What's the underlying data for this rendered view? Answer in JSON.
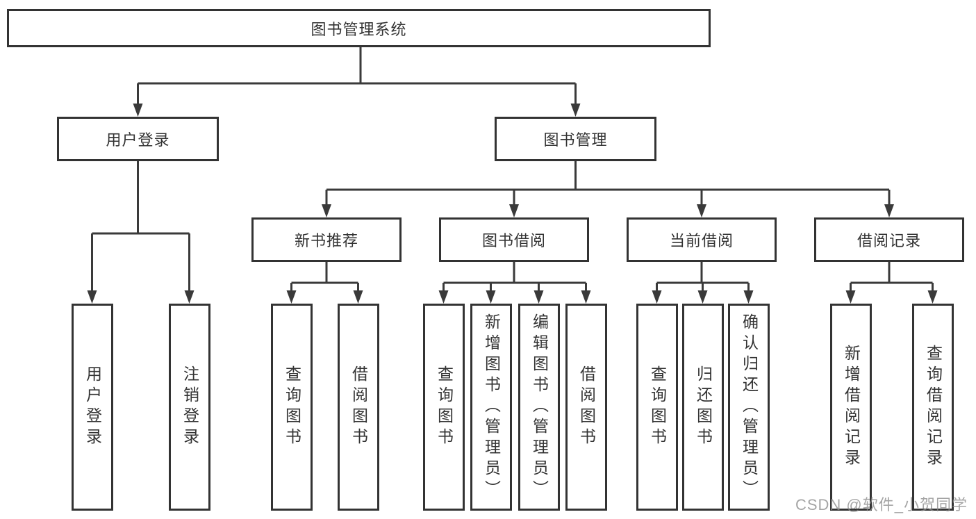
{
  "tree": {
    "root": "图书管理系统",
    "branches": [
      {
        "label": "用户登录",
        "children": [
          "用户登录",
          "注销登录"
        ]
      },
      {
        "label": "图书管理",
        "sections": [
          {
            "label": "新书推荐",
            "children": [
              "查询图书",
              "借阅图书"
            ]
          },
          {
            "label": "图书借阅",
            "children": [
              "查询图书",
              "新增图书（管理员）",
              "编辑图书（管理员）",
              "借阅图书"
            ]
          },
          {
            "label": "当前借阅",
            "children": [
              "查询图书",
              "归还图书",
              "确认归还（管理员）"
            ]
          },
          {
            "label": "借阅记录",
            "children": [
              "新增借阅记录",
              "查询借阅记录"
            ]
          }
        ]
      }
    ]
  },
  "watermark": {
    "text": "CSDN @软件_小贺同学"
  },
  "colors": {
    "line": "#3a3a3a",
    "box_border": "#333333",
    "text": "#333333",
    "watermark": "#8c8c8c",
    "background": "#ffffff"
  }
}
